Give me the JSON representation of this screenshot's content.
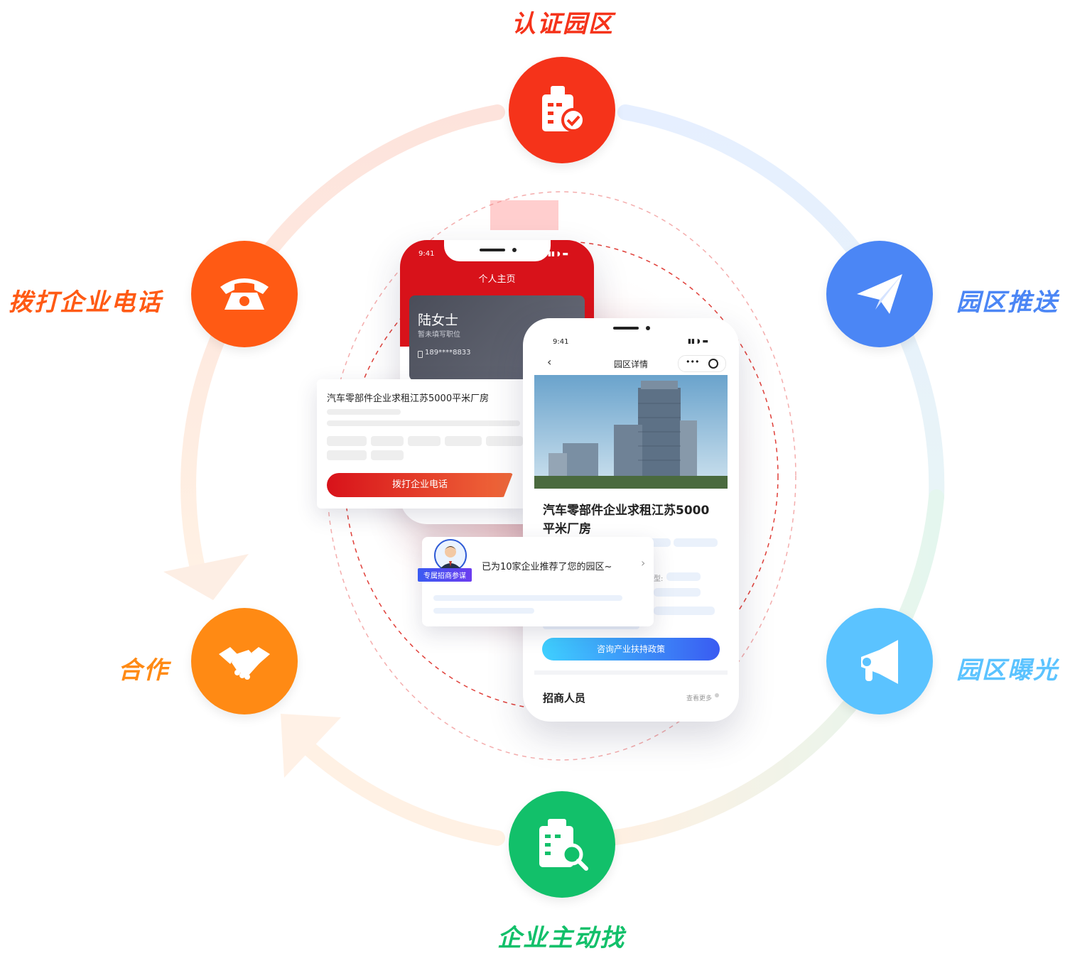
{
  "colors": {
    "cert": "#f5331a",
    "push": "#4b86f5",
    "expose": "#5bc3ff",
    "find": "#12c06a",
    "coop": "#ff8a14",
    "call": "#ff5a14",
    "brand_red": "#d8121a",
    "cta_blue_start": "#3fd0ff",
    "cta_blue_end": "#3a5bf2"
  },
  "nodes": {
    "cert": {
      "label": "认证园区",
      "icon": "building-check-icon"
    },
    "push": {
      "label": "园区推送",
      "icon": "paper-plane-icon"
    },
    "expose": {
      "label": "园区曝光",
      "icon": "megaphone-icon"
    },
    "find": {
      "label": "企业主动找",
      "icon": "building-search-icon"
    },
    "coop": {
      "label": "合作",
      "icon": "handshake-icon"
    },
    "call": {
      "label": "拨打企业电话",
      "icon": "telephone-icon"
    }
  },
  "phone_profile": {
    "time": "9:41",
    "title": "个人主页",
    "name": "陆女士",
    "position": "暂未填写职位",
    "phone": "189****8833"
  },
  "listing_card": {
    "title": "汽车零部件企业求租江苏5000平米厂房",
    "button": "拨打企业电话"
  },
  "phone_park": {
    "time": "9:41",
    "title": "园区详情",
    "listing_title_line1": "汽车零部件企业求租江苏5000",
    "listing_title_line2": "平米厂房",
    "partial_label": "型:",
    "cta": "咨询产业扶持政策",
    "section_title": "招商人员",
    "more": "查看更多"
  },
  "advisor_card": {
    "badge": "专属招商参谋",
    "message": "已为10家企业推荐了您的园区~"
  }
}
